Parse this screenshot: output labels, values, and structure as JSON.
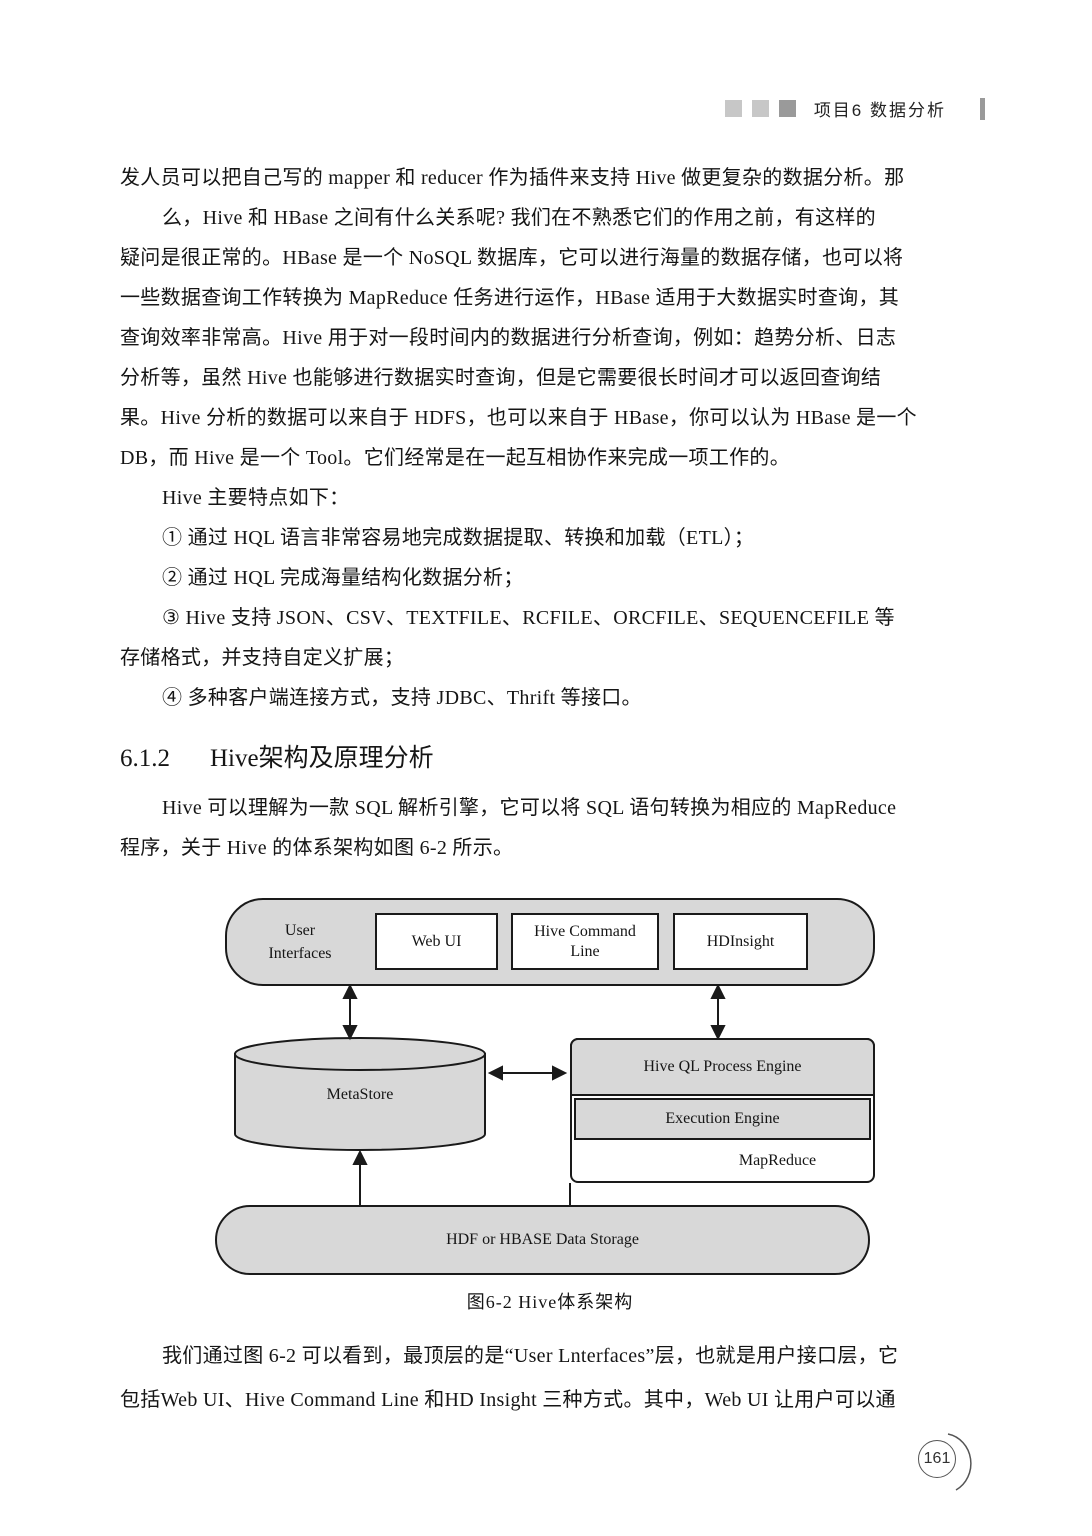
{
  "header": {
    "chapter": "项目6 数据分析"
  },
  "body_lines": [
    "发人员可以把自己写的 mapper 和 reducer 作为插件来支持 Hive 做更复杂的数据分析。那",
    "么，Hive 和 HBase 之间有什么关系呢? 我们在不熟悉它们的作用之前，有这样的",
    "疑问是很正常的。HBase 是一个 NoSQL 数据库，它可以进行海量的数据存储，也可以将",
    "一些数据查询工作转换为 MapReduce 任务进行运作，HBase 适用于大数据实时查询，其",
    "查询效率非常高。Hive 用于对一段时间内的数据进行分析查询，例如：趋势分析、日志",
    "分析等，虽然 Hive 也能够进行数据实时查询，但是它需要很长时间才可以返回查询结",
    "果。Hive 分析的数据可以来自于 HDFS，也可以来自于 HBase，你可以认为 HBase 是一个",
    "DB，而 Hive 是一个 Tool。它们经常是在一起互相协作来完成一项工作的。",
    "Hive 主要特点如下：",
    "① 通过 HQL 语言非常容易地完成数据提取、转换和加载（ETL）；",
    "② 通过 HQL 完成海量结构化数据分析；",
    "③ Hive 支持 JSON、CSV、TEXTFILE、RCFILE、ORCFILE、SEQUENCEFILE 等",
    "存储格式，并支持自定义扩展；",
    "④ 多种客户端连接方式，支持 JDBC、Thrift 等接口。"
  ],
  "section": {
    "number": "6.1.2",
    "title": "Hive架构及原理分析"
  },
  "intro_lines": [
    "Hive 可以理解为一款 SQL 解析引擎，它可以将 SQL 语句转换为相应的 MapReduce",
    "程序，关于 Hive 的体系架构如图 6-2 所示。"
  ],
  "diagram": {
    "user_interfaces_line1": "User",
    "user_interfaces_line2": "Interfaces",
    "web_ui": "Web UI",
    "hive_command_line1": "Hive Command",
    "hive_command_line2": "Line",
    "hdinsight": "HDInsight",
    "metastore": "MetaStore",
    "hive_ql_engine": "Hive QL Process Engine",
    "execution_engine": "Execution Engine",
    "mapreduce": "MapReduce",
    "storage": "HDF or HBASE Data Storage",
    "caption": "图6-2 Hive体系架构",
    "box_fill": "#d8d8d8",
    "border_color": "#1a1a1a"
  },
  "closing_lines": [
    "我们通过图 6-2 可以看到，最顶层的是“User Lnterfaces”层，也就是用户接口层，它",
    "包括Web UI、Hive Command Line 和HD Insight 三种方式。其中，Web UI 让用户可以通"
  ],
  "page_number": "161"
}
